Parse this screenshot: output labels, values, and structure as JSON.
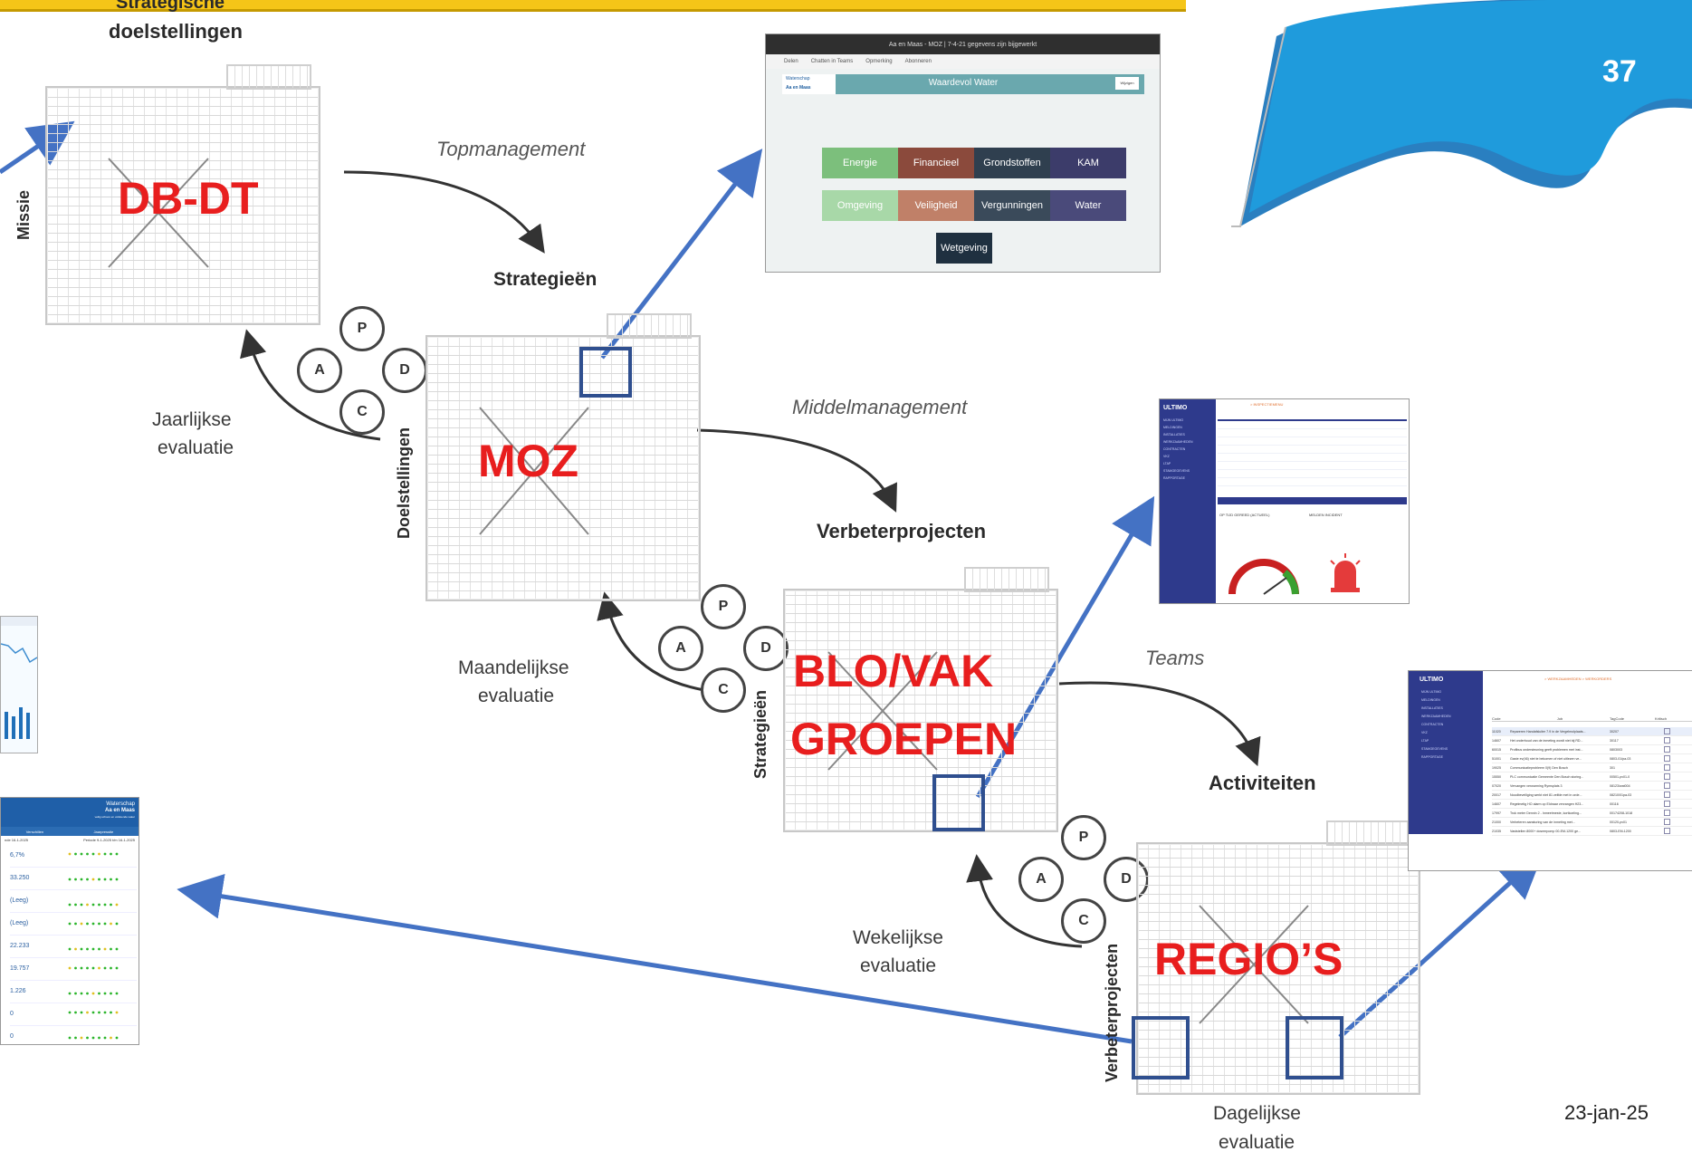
{
  "slide": {
    "page_number": "37",
    "date": "23-jan-25"
  },
  "labels": {
    "strategische_top": "Strategische",
    "strategische_doelstellingen": "doelstellingen",
    "missie": "Missie",
    "topmanagement": "Topmanagement",
    "strategieen_top": "Strategieën",
    "jaarlijkse": "Jaarlijkse",
    "evaluatie1": "evaluatie",
    "doelstellingen": "Doelstellingen",
    "middelmanagement": "Middelmanagement",
    "verbeterprojecten_top": "Verbeterprojecten",
    "maandelijkse": "Maandelijkse",
    "evaluatie2": "evaluatie",
    "strategieen_side": "Strategieën",
    "teams": "Teams",
    "activiteiten": "Activiteiten",
    "wekelijkse": "Wekelijkse",
    "evaluatie3": "evaluatie",
    "verbeterprojecten_side": "Verbeterprojecten",
    "dagelijkse": "Dagelijkse",
    "evaluatie4": "evaluatie"
  },
  "levels": {
    "db_dt": "DB-DT",
    "moz": "MOZ",
    "blo_vak_1": "BLO/VAK",
    "blo_vak_2": "GROEPEN",
    "regios": "REGIO’S"
  },
  "pdca": {
    "p": "P",
    "d": "D",
    "c": "C",
    "a": "A"
  },
  "screens": {
    "waardevol": {
      "titlebar": "Aa en Maas - MOZ | 7-4-21 gegevens zijn bijgewerkt",
      "toolbar": [
        "Delen",
        "Chatten in Teams",
        "Opmerking",
        "Abonneren"
      ],
      "logo_line1": "Waterschap",
      "logo_line2": "Aa en Maas",
      "header": "Waardevol Water",
      "header_btn": "Wijzigen",
      "tiles": [
        "Energie",
        "Financieel",
        "Grondstoffen",
        "KAM",
        "Omgeving",
        "Veiligheid",
        "Vergunningen",
        "Water",
        "Wetgeving"
      ]
    },
    "ultimo1": {
      "brand": "ULTIMO",
      "crumb": "> INSPECTIEMENU",
      "menu": [
        "MIJN ULTIMO",
        "MELDINGEN",
        "INSTALLATIES",
        "WERKZAAMHEDEN",
        "CONTRACTEN",
        "VKZ",
        "LTAP",
        "STAMGEGEVENS",
        "RAPPORTAGE"
      ],
      "panel1": "OP TIJD GEREED (ACTUEEL)",
      "panel2": "MELDEN INCIDENT"
    },
    "ultimo2": {
      "brand": "ULTIMO",
      "crumb": "> WERKZAAMHEDEN > WERKORDERS",
      "menu": [
        "MIJN ULTIMO",
        "MELDINGEN",
        "INSTALLATIES",
        "WERKZAAMHEDEN",
        "CONTRACTEN",
        "VKZ",
        "LTAP",
        "STAMGEGEVENS",
        "RAPPORTAGE"
      ],
      "columns": [
        "Code",
        "Job",
        "TagCode",
        "Kritisch"
      ],
      "rows": [
        [
          "11020",
          "Repareren Handafsluiter 7.9 in de Vergelmolplaats...",
          "30207"
        ],
        [
          "14607",
          "Het onderhoud van de inmeting wordt niet bij RD...",
          "30117"
        ],
        [
          "60015",
          "Profibus ondersteuning geeft problemen met inst...",
          "0803003"
        ],
        [
          "51001",
          "Gaste ev(46) niet te bekomen of niet uitlezen ve...",
          "0803-01/pa-03"
        ],
        [
          "19025",
          "Communicatieprobleem 0(9) Den Bosch",
          "301"
        ],
        [
          "15550",
          "PLC communicatie Gemeente Den Bosch storing...",
          "00501-pv01-0"
        ],
        [
          "07020",
          "Vervangen verwarming Rymsplats 3",
          "08123/wat004"
        ],
        [
          "20017",
          "Noodbeveiliging werkt niet 81 zelfde met in orde...",
          "08210/01pa-03"
        ],
        [
          "14607",
          "Regelmetig HO alarm op Eldnaar vervangen H23...",
          "00116"
        ],
        [
          "17997",
          "Trok meter Dennin 2 - Inmeetmeste, kortkoeling...",
          "00174208-1018"
        ],
        [
          "21000",
          "Verbeteren aansturing van de inmeting met...",
          "00120-pv01"
        ],
        [
          "21035",
          "Vaststellen 8000+ doseerpomp 00-EM-1200 ge...",
          "0803-EM-1200"
        ]
      ]
    },
    "dashboard_left": {
      "logo_line1": "Waterschap",
      "logo_line2": "Aa en Maas",
      "tagline": "veilig schoon en voldoende water",
      "col1": "Verschillen",
      "col2": "Jaarpresstie",
      "period1": "nde 16-1-2025",
      "period2": "Periode 9-1-2025 t/m 16-1-2025",
      "values": [
        "6,7%",
        "33.250",
        "(Leeg)",
        "(Leeg)",
        "22.233",
        "19.757",
        "1.226",
        "0",
        "0"
      ]
    }
  },
  "colors": {
    "accent_red": "#e81e1e",
    "arrow_blue": "#4472c4",
    "highlight_navy": "#2f4f8f",
    "badge_blue": "#1f9bdc",
    "topbar_yellow": "#f5c518",
    "ultimo_sidebar": "#2e3a8c"
  }
}
